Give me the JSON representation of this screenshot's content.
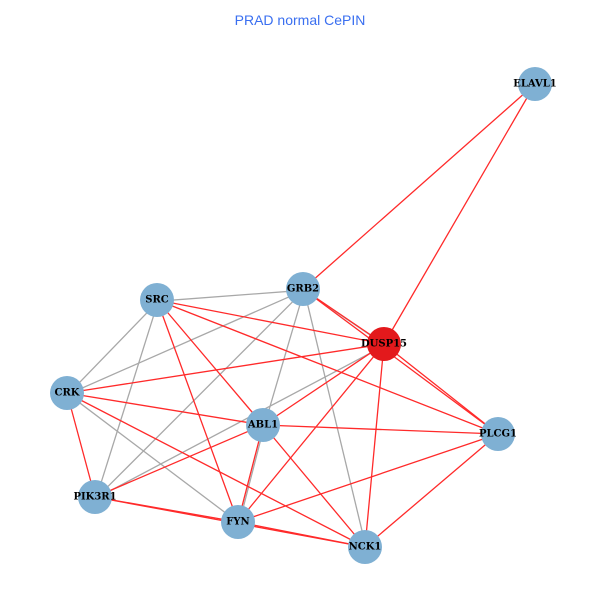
{
  "title": "PRAD normal CePIN",
  "colors": {
    "node": "#7fb0d3",
    "highlight_node": "#e3191c",
    "edge_red": "#ff2a2a",
    "edge_gray": "#a8a8a8"
  },
  "nodes": [
    {
      "id": "ELAVL1",
      "label": "ELAVL1",
      "highlight": false
    },
    {
      "id": "GRB2",
      "label": "GRB2",
      "highlight": false
    },
    {
      "id": "SRC",
      "label": "SRC",
      "highlight": false
    },
    {
      "id": "DUSP15",
      "label": "DUSP15",
      "highlight": true
    },
    {
      "id": "CRK",
      "label": "CRK",
      "highlight": false
    },
    {
      "id": "ABL1",
      "label": "ABL1",
      "highlight": false
    },
    {
      "id": "PLCG1",
      "label": "PLCG1",
      "highlight": false
    },
    {
      "id": "PIK3R1",
      "label": "PIK3R1",
      "highlight": false
    },
    {
      "id": "FYN",
      "label": "FYN",
      "highlight": false
    },
    {
      "id": "NCK1",
      "label": "NCK1",
      "highlight": false
    }
  ],
  "edges": [
    [
      "SRC",
      "GRB2",
      "gray"
    ],
    [
      "SRC",
      "CRK",
      "gray"
    ],
    [
      "SRC",
      "PIK3R1",
      "gray"
    ],
    [
      "GRB2",
      "CRK",
      "gray"
    ],
    [
      "GRB2",
      "PIK3R1",
      "gray"
    ],
    [
      "GRB2",
      "ABL1",
      "gray"
    ],
    [
      "GRB2",
      "NCK1",
      "gray"
    ],
    [
      "GRB2",
      "DUSP15",
      "gray"
    ],
    [
      "CRK",
      "FYN",
      "gray"
    ],
    [
      "DUSP15",
      "PIK3R1",
      "gray"
    ],
    [
      "ABL1",
      "FYN",
      "gray"
    ],
    [
      "SRC",
      "DUSP15",
      "red"
    ],
    [
      "SRC",
      "PLCG1",
      "red"
    ],
    [
      "SRC",
      "ABL1",
      "red"
    ],
    [
      "SRC",
      "FYN",
      "red"
    ],
    [
      "CRK",
      "DUSP15",
      "red"
    ],
    [
      "CRK",
      "ABL1",
      "red"
    ],
    [
      "CRK",
      "PIK3R1",
      "red"
    ],
    [
      "CRK",
      "NCK1",
      "red"
    ],
    [
      "ABL1",
      "PIK3R1",
      "red"
    ],
    [
      "ABL1",
      "DUSP15",
      "red"
    ],
    [
      "ABL1",
      "PLCG1",
      "red"
    ],
    [
      "ABL1",
      "NCK1",
      "red"
    ],
    [
      "ABL1",
      "FYN",
      "red"
    ],
    [
      "PIK3R1",
      "FYN",
      "red"
    ],
    [
      "PIK3R1",
      "NCK1",
      "red"
    ],
    [
      "FYN",
      "NCK1",
      "red"
    ],
    [
      "FYN",
      "DUSP15",
      "red"
    ],
    [
      "FYN",
      "PLCG1",
      "red"
    ],
    [
      "DUSP15",
      "NCK1",
      "red"
    ],
    [
      "DUSP15",
      "PLCG1",
      "red"
    ],
    [
      "GRB2",
      "PLCG1",
      "red"
    ],
    [
      "GRB2",
      "DUSP15",
      "red"
    ],
    [
      "GRB2",
      "ELAVL1",
      "red"
    ],
    [
      "DUSP15",
      "ELAVL1",
      "red"
    ],
    [
      "NCK1",
      "PLCG1",
      "red"
    ]
  ]
}
